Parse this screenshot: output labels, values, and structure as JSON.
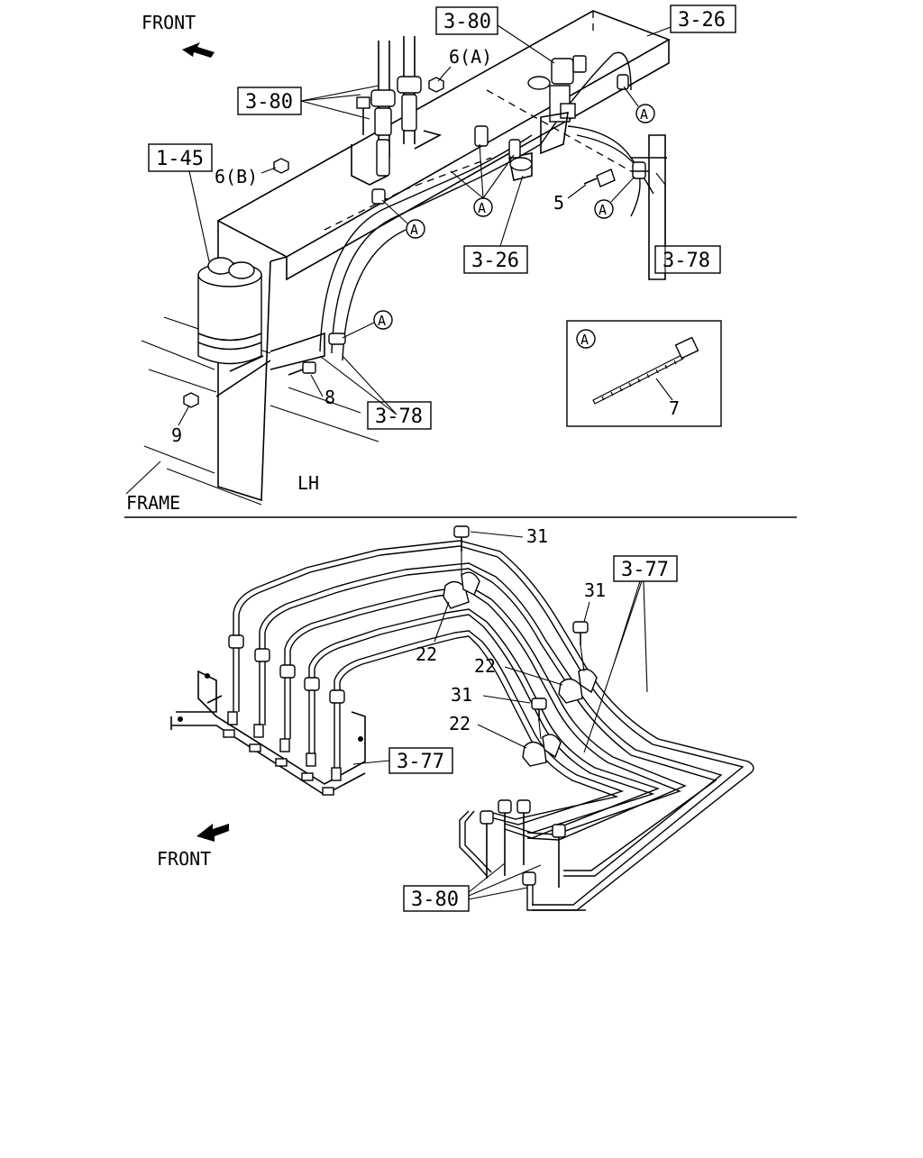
{
  "top_diagram": {
    "front_label": "FRONT",
    "frame_label": "FRAME",
    "side_label": "LH",
    "refs": {
      "r380_top": "3-80",
      "r326_top": "3-26",
      "r380_left": "3-80",
      "r145": "1-45",
      "r326_mid": "3-26",
      "r378_right": "3-78",
      "r378_low": "3-78"
    },
    "parts": {
      "p6a": "6(A)",
      "p6b": "6(B)",
      "p5": "5",
      "p8": "8",
      "p9": "9",
      "p7": "7"
    },
    "callout_a": "A",
    "inset_tag": "A"
  },
  "bottom_diagram": {
    "front_label": "FRONT",
    "refs": {
      "r377_right": "3-77",
      "r377_left": "3-77",
      "r380": "3-80"
    },
    "parts": {
      "p31_a": "31",
      "p31_b": "31",
      "p31_c": "31",
      "p22_a": "22",
      "p22_b": "22",
      "p22_c": "22"
    }
  }
}
